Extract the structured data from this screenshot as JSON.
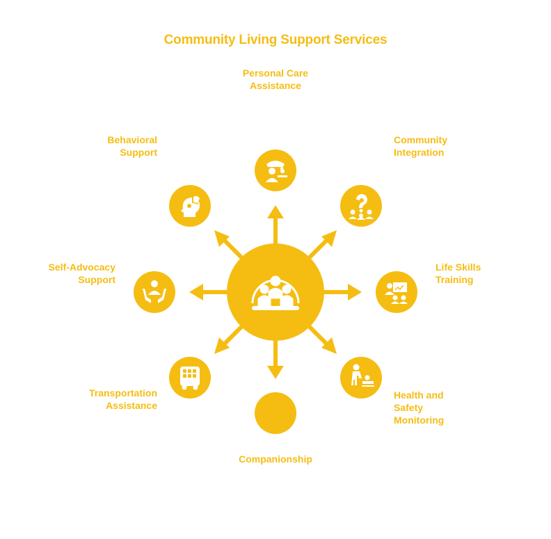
{
  "title": "Community Living Support Services",
  "colors": {
    "accent": "#f5bd12",
    "icon_detail": "#ffffff"
  },
  "center": {
    "icon": "group-meeting-icon"
  },
  "services": [
    {
      "key": "personal-care",
      "label": "Personal Care\nAssistance",
      "icon": "caregiver-icon"
    },
    {
      "key": "community-integration",
      "label": "Community\nIntegration",
      "icon": "group-question-icon"
    },
    {
      "key": "life-skills",
      "label": "Life Skills\nTraining",
      "icon": "presentation-icon"
    },
    {
      "key": "health-safety",
      "label": "Health and\nSafety\nMonitoring",
      "icon": "caretaker-icon"
    },
    {
      "key": "companionship",
      "label": "Companionship",
      "icon": ""
    },
    {
      "key": "transportation",
      "label": "Transportation\nAssistance",
      "icon": "bus-icon"
    },
    {
      "key": "self-advocacy",
      "label": "Self-Advocacy\nSupport",
      "icon": "person-hands-icon"
    },
    {
      "key": "behavioral",
      "label": "Behavioral\nSupport",
      "icon": "head-hand-icon"
    }
  ]
}
